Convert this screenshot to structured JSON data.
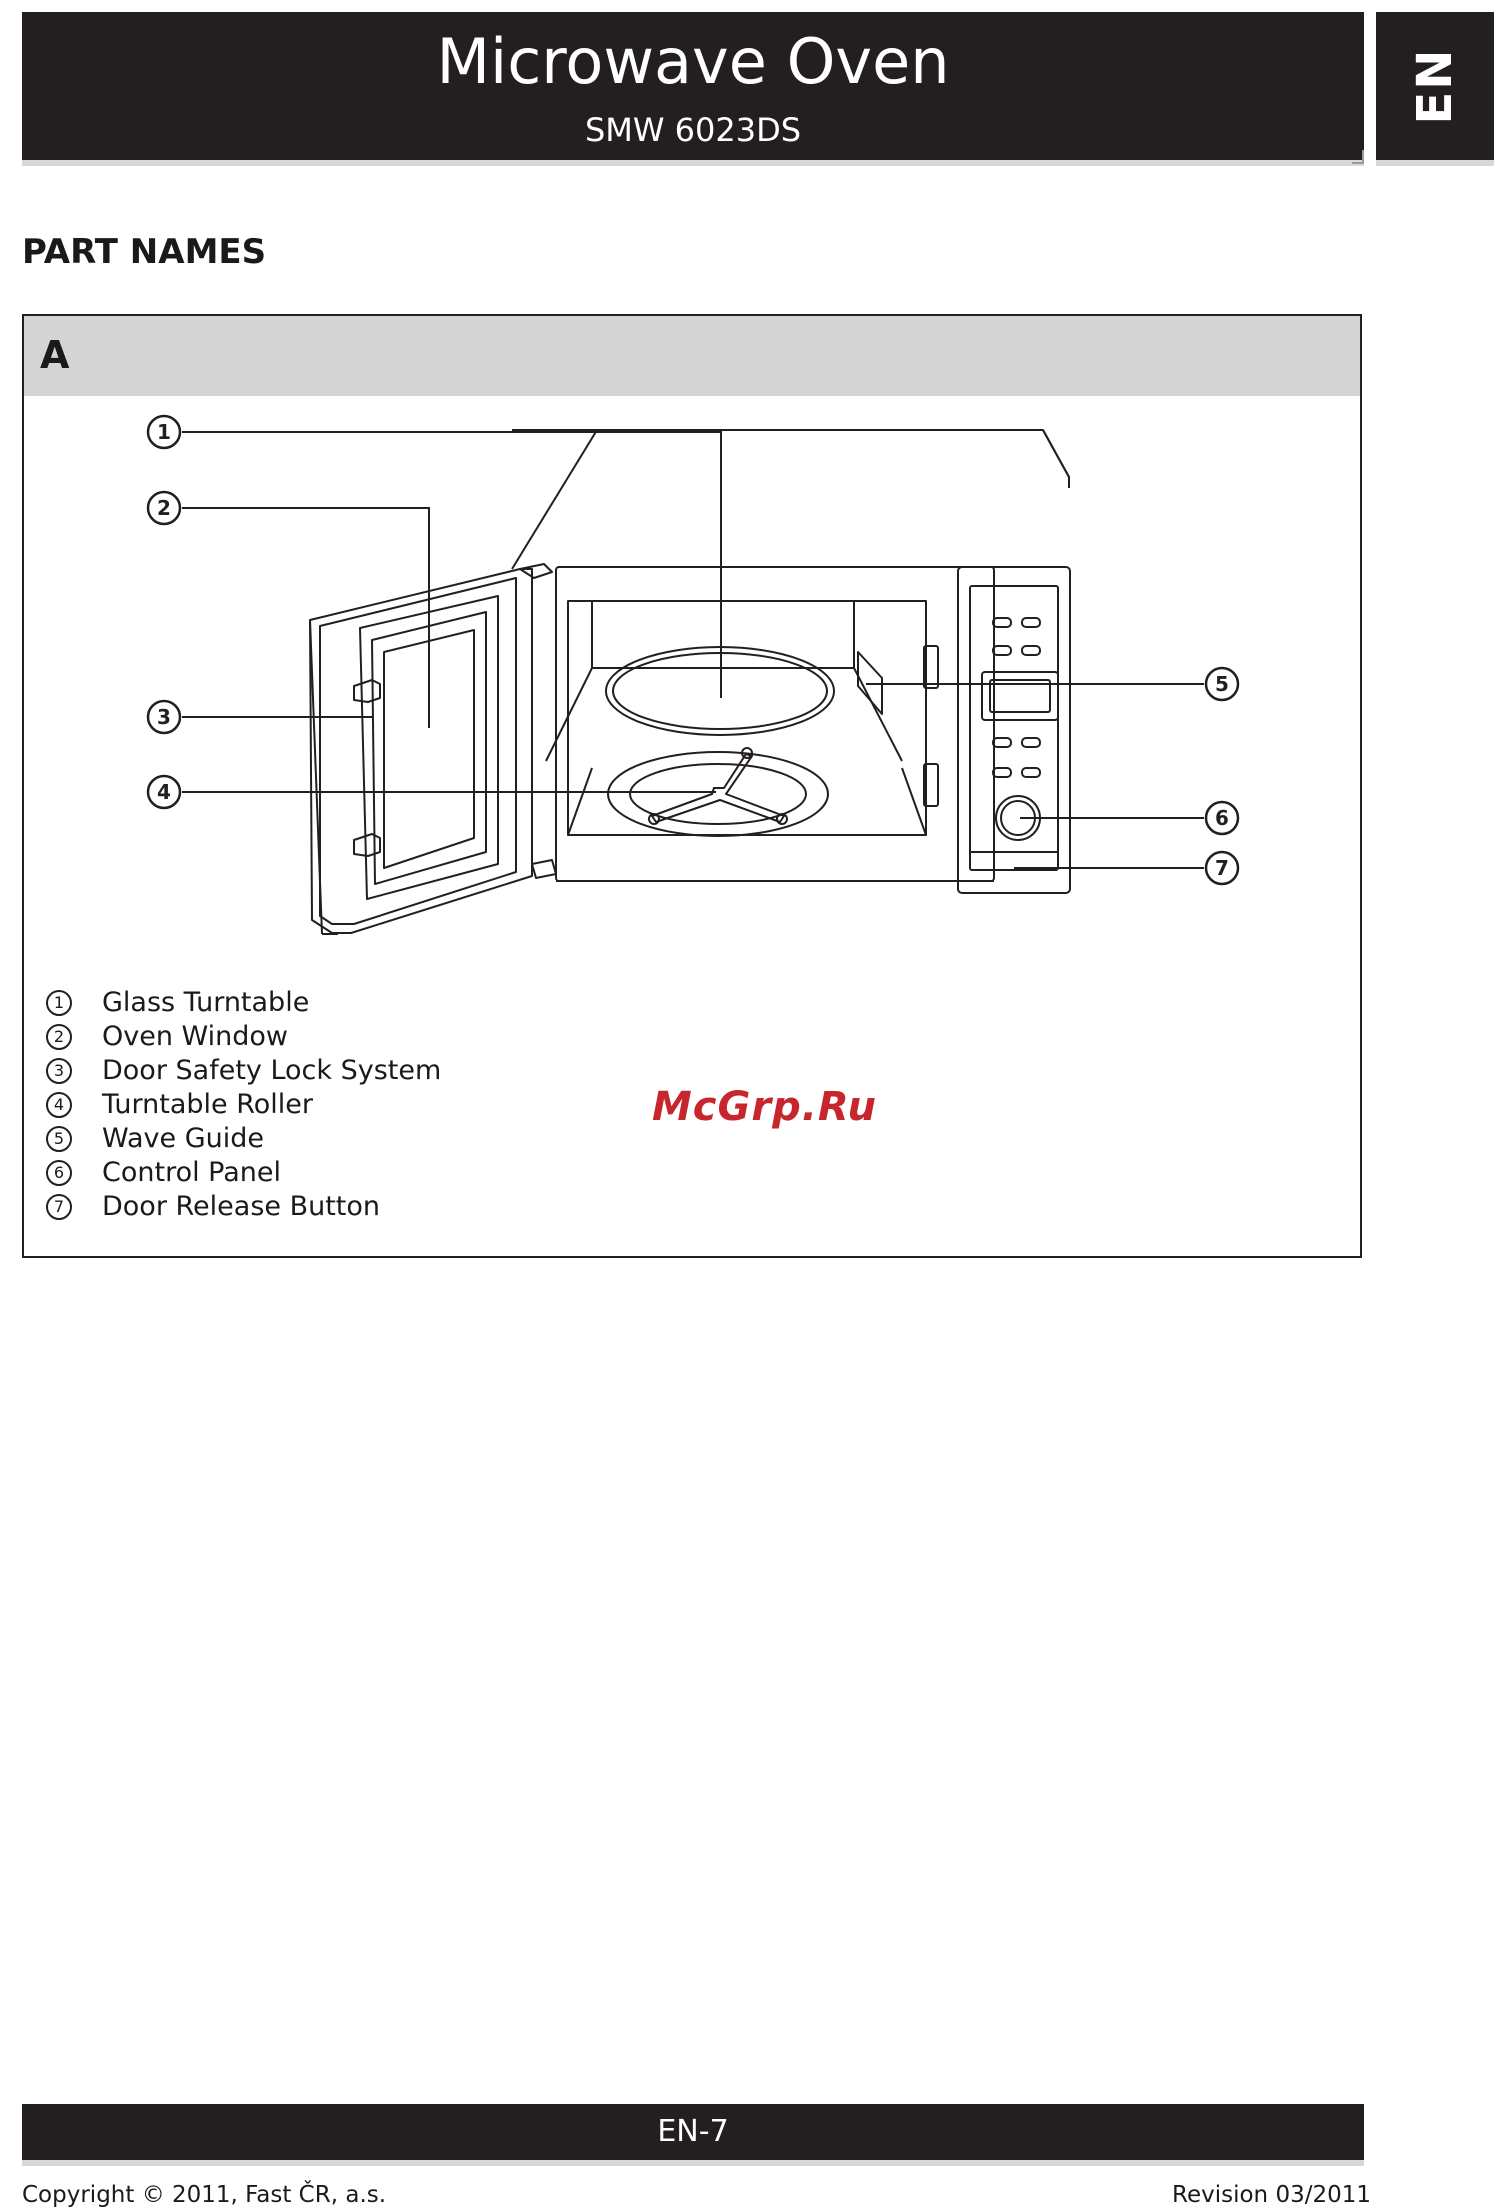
{
  "header": {
    "title": "Microwave Oven",
    "subtitle": "SMW 6023DS",
    "language_tab": "EN"
  },
  "section": {
    "heading": "PART NAMES"
  },
  "panel": {
    "label": "A",
    "callouts": [
      "1",
      "2",
      "3",
      "4",
      "5",
      "6",
      "7"
    ],
    "legend": [
      {
        "number": "1",
        "name": "Glass Turntable"
      },
      {
        "number": "2",
        "name": "Oven Window"
      },
      {
        "number": "3",
        "name": "Door Safety Lock System"
      },
      {
        "number": "4",
        "name": "Turntable Roller"
      },
      {
        "number": "5",
        "name": "Wave Guide"
      },
      {
        "number": "6",
        "name": "Control Panel"
      },
      {
        "number": "7",
        "name": "Door Release Button"
      }
    ]
  },
  "watermark": "McGrp.Ru",
  "footer": {
    "page_number": "EN-7",
    "copyright": "Copyright © 2011, Fast ČR, a.s.",
    "revision": "Revision 03/2011"
  },
  "colors": {
    "bar": "#231f20",
    "panel_header": "#d4d4d4",
    "watermark": "#c8262d"
  }
}
